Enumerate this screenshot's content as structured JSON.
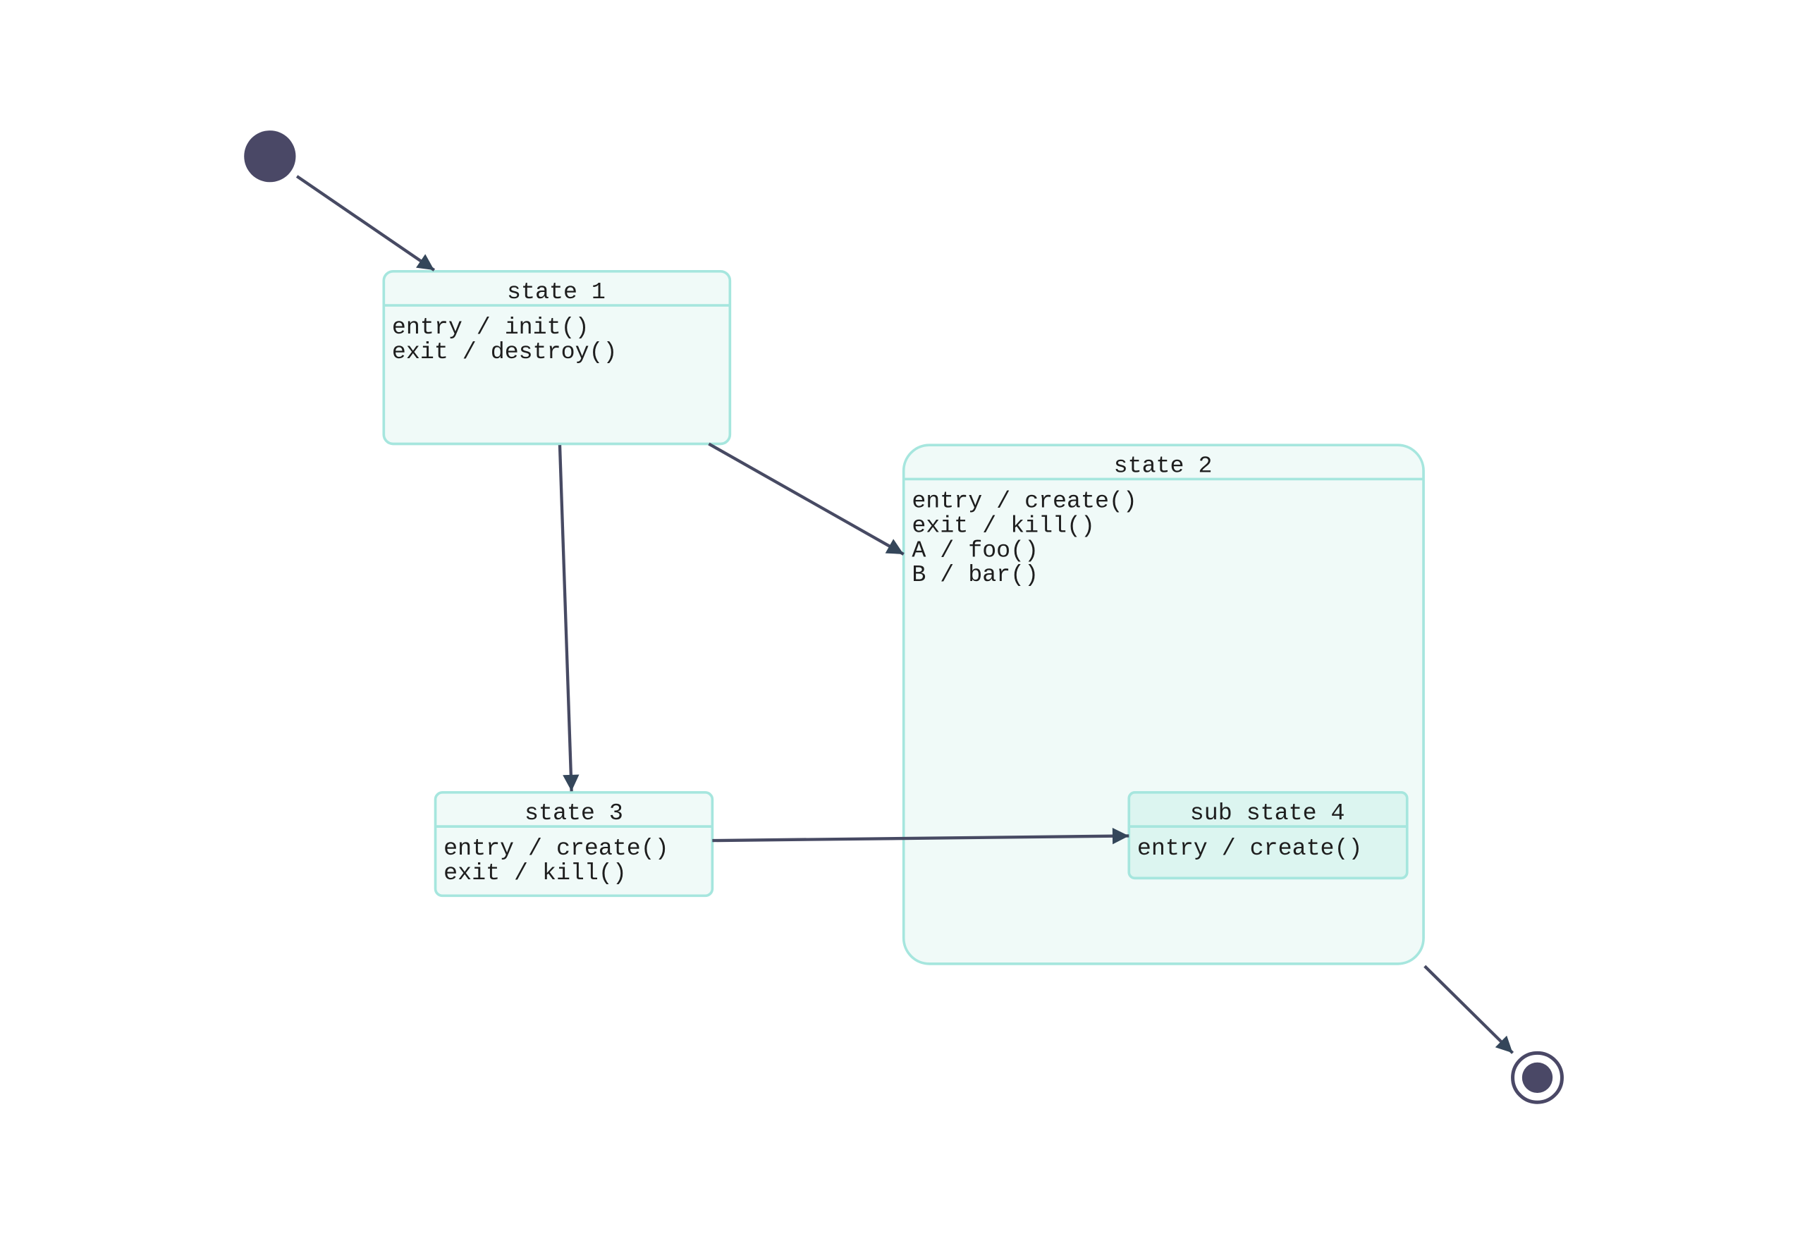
{
  "colors": {
    "node_fill": "#4a4866",
    "edge": "#474a63",
    "arrowhead": "#34465a",
    "state_border": "#a6e6de",
    "state_fill": "#f0faf8",
    "substate_fill": "#dcf5f0"
  },
  "states": {
    "state1": {
      "title": "state 1",
      "lines": [
        "entry / init()",
        "exit / destroy()"
      ]
    },
    "state2": {
      "title": "state 2",
      "lines": [
        "entry / create()",
        "exit / kill()",
        "A / foo()",
        "B / bar()"
      ]
    },
    "state3": {
      "title": "state 3",
      "lines": [
        "entry / create()",
        "exit / kill()"
      ]
    },
    "substate4": {
      "title": "sub state 4",
      "lines": [
        "entry / create()"
      ]
    }
  },
  "transitions": [
    {
      "from": "initial",
      "to": "state 1"
    },
    {
      "from": "state 1",
      "to": "state 3"
    },
    {
      "from": "state 1",
      "to": "state 2"
    },
    {
      "from": "state 3",
      "to": "sub state 4"
    },
    {
      "from": "state 2",
      "to": "final"
    }
  ]
}
